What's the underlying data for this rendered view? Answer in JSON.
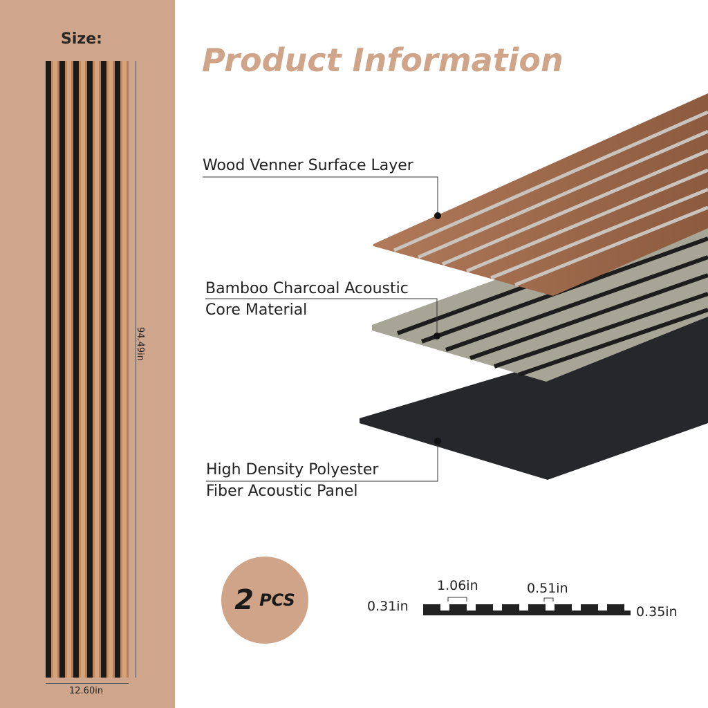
{
  "size_label": "Size:",
  "width": "12.60in",
  "height": "94.49in",
  "title": "Product Information",
  "layers": [
    {
      "lines": [
        "Wood Venner Surface Layer"
      ]
    },
    {
      "lines": [
        "Bamboo Charcoal Acoustic",
        "Core Material"
      ]
    },
    {
      "lines": [
        "High Density Polyester",
        "Fiber Acoustic Panel"
      ]
    }
  ],
  "quantity": {
    "number": "2",
    "unit": "PCS"
  },
  "profile": {
    "slat_width": "1.06in",
    "gap_width": "0.51in",
    "slat_thickness": "0.31in",
    "base_thickness": "0.35in"
  },
  "colors": {
    "accent": "#d0a488",
    "left_bg": "#cfa68c"
  }
}
